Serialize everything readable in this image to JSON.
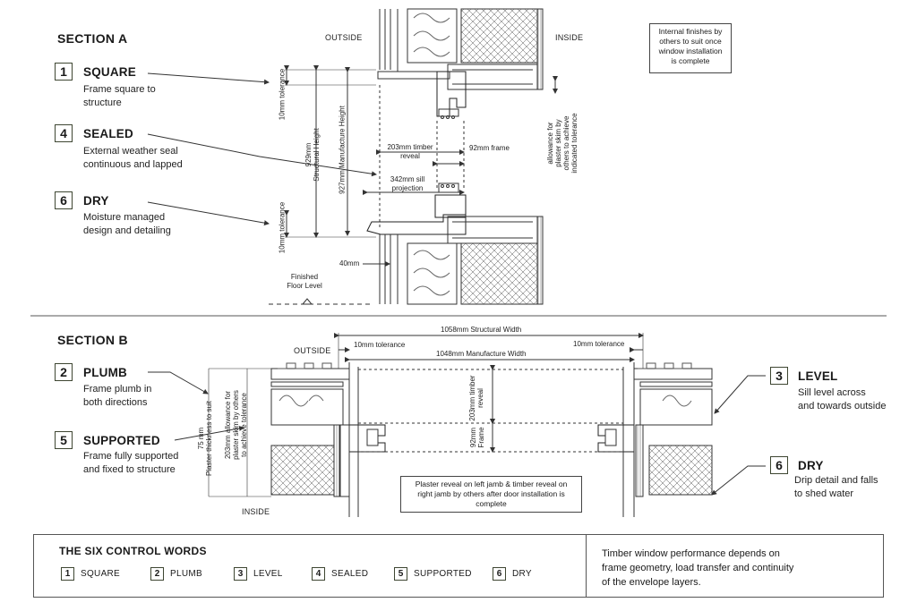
{
  "section_a": {
    "title": "SECTION A",
    "outside": "OUTSIDE",
    "inside": "INSIDE",
    "items": [
      {
        "num": "1",
        "word": "SQUARE",
        "desc": [
          "Frame square to",
          "structure"
        ]
      },
      {
        "num": "4",
        "word": "SEALED",
        "desc": [
          "External weather seal",
          "continuous and lapped"
        ]
      },
      {
        "num": "6",
        "word": "DRY",
        "desc": [
          "Moisture managed",
          "design and detailing"
        ]
      }
    ],
    "note": [
      "Internal finishes by",
      "others to suit once",
      "window installation",
      "is complete"
    ],
    "dims": {
      "tol_top": "10mm tolerance",
      "tol_bottom": "10mm tolerance",
      "structural_height_1": "929mm",
      "structural_height_2": "Structural Height",
      "manufacture_height": "927mm Manufacture Height",
      "timber_reveal_1": "203mm timber",
      "timber_reveal_2": "reveal",
      "frame": "92mm frame",
      "sill_1": "342mm sill",
      "sill_2": "projection",
      "sill_40": "40mm",
      "plaster_1": "allowance for",
      "plaster_2": "plaster skim by",
      "plaster_3": "others to achieve",
      "plaster_4": "indicated tolerance",
      "floor_1": "Finished",
      "floor_2": "Floor Level"
    }
  },
  "section_b": {
    "title": "SECTION B",
    "outside": "OUTSIDE",
    "inside": "INSIDE",
    "left_items": [
      {
        "num": "2",
        "word": "PLUMB",
        "desc": [
          "Frame plumb in",
          "both directions"
        ]
      },
      {
        "num": "5",
        "word": "SUPPORTED",
        "desc": [
          "Frame fully supported",
          "and fixed to structure"
        ]
      }
    ],
    "right_items": [
      {
        "num": "3",
        "word": "LEVEL",
        "desc": [
          "Sill level across",
          "and towards outside"
        ]
      },
      {
        "num": "6",
        "word": "DRY",
        "desc": [
          "Drip detail and falls",
          "to shed water"
        ]
      }
    ],
    "note": [
      "Plaster reveal on left jamb & timber reveal on",
      "right jamb by others after door installation is",
      "complete"
    ],
    "dims": {
      "structural_width": "1058mm Structural Width",
      "manufacture_width": "1048mm Manufacture Width",
      "tol_left": "10mm tolerance",
      "tol_right": "10mm tolerance",
      "plaster_75_1": "75 mm",
      "plaster_75_2": "Plaster thickness to suit",
      "allow_1": "203mm allowance for",
      "allow_2": "plaster skim by others",
      "allow_3": "to achieve tolerance",
      "timber_1": "203mm timber",
      "timber_2": "reveal",
      "frame_1": "92mm",
      "frame_2": "Frame"
    }
  },
  "legend": {
    "title": "THE SIX CONTROL WORDS",
    "items": [
      {
        "num": "1",
        "word": "SQUARE"
      },
      {
        "num": "2",
        "word": "PLUMB"
      },
      {
        "num": "3",
        "word": "LEVEL"
      },
      {
        "num": "4",
        "word": "SEALED"
      },
      {
        "num": "5",
        "word": "SUPPORTED"
      },
      {
        "num": "6",
        "word": "DRY"
      }
    ],
    "note": [
      "Timber window performance depends on",
      "frame geometry, load transfer and continuity",
      "of the envelope layers."
    ]
  },
  "colors": {
    "ink": "#1a1a1a",
    "badge_border": "#3e4632",
    "line": "#333333"
  }
}
